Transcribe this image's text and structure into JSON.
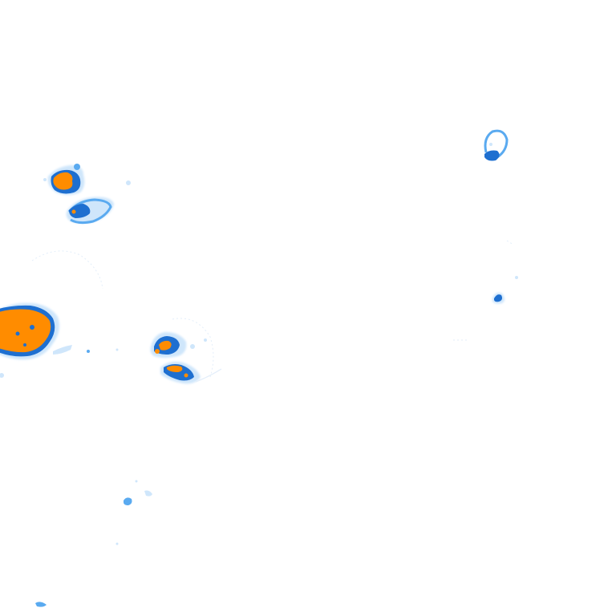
{
  "overlay": {
    "background": "#ffffff",
    "palette": {
      "light": "#cfe6fb",
      "medium": "#5aaaf0",
      "strong": "#1e6fd0",
      "core": "#ff8c00"
    },
    "cells": [
      {
        "id": "cell-west-large",
        "intensity": "core"
      },
      {
        "id": "cell-northwest-upper",
        "intensity": "core"
      },
      {
        "id": "cell-northwest-lower",
        "intensity": "strong"
      },
      {
        "id": "cell-central-upper",
        "intensity": "core"
      },
      {
        "id": "cell-central-lower",
        "intensity": "core"
      },
      {
        "id": "cell-northeast-ring",
        "intensity": "medium"
      },
      {
        "id": "cell-east-small",
        "intensity": "strong"
      },
      {
        "id": "cell-south-fragments",
        "intensity": "medium"
      }
    ]
  }
}
